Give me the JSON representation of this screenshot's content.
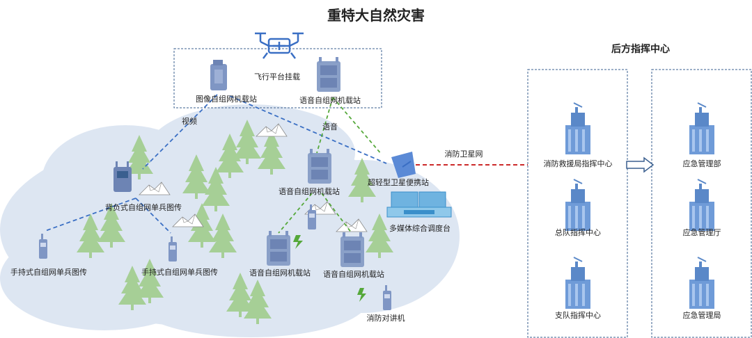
{
  "title": "重特大自然灾害",
  "command": {
    "heading": "后方指挥中心",
    "fire_centers": [
      "消防救援局指挥中心",
      "总队指挥中心",
      "支队指挥中心"
    ],
    "emergency_depts": [
      "应急管理部",
      "应急管理厅",
      "应急管理局"
    ]
  },
  "aerial": {
    "platform_label": "飞行平台挂载",
    "image_station": "图像自组网机载站",
    "voice_station": "语音自组网机载站"
  },
  "links": {
    "video": "视频",
    "voice": "语音",
    "satellite_net": "消防卫星网"
  },
  "ground": {
    "backpack": "背负式自组网单兵图传",
    "handheld_left": "手持式自组网单兵图传",
    "handheld_mid": "手持式自组网单兵图传",
    "voice_station_center": "语音自组网机载站",
    "voice_station_low1": "语音自组网机载站",
    "voice_station_low2": "语音自组网机载站",
    "satellite_portable": "超轻型卫星便携站",
    "dispatch_console": "多媒体综合调度台",
    "walkie_talkie": "消防对讲机"
  },
  "colors": {
    "cloud": "#dde6f2",
    "tree": "#a6cf96",
    "building": "#6f9bd8",
    "device": "#7f96c4",
    "blue_link": "#3a6fc4",
    "green_link": "#55a83a",
    "red_link": "#cc2a2a",
    "box_border": "#3a5f8f"
  }
}
